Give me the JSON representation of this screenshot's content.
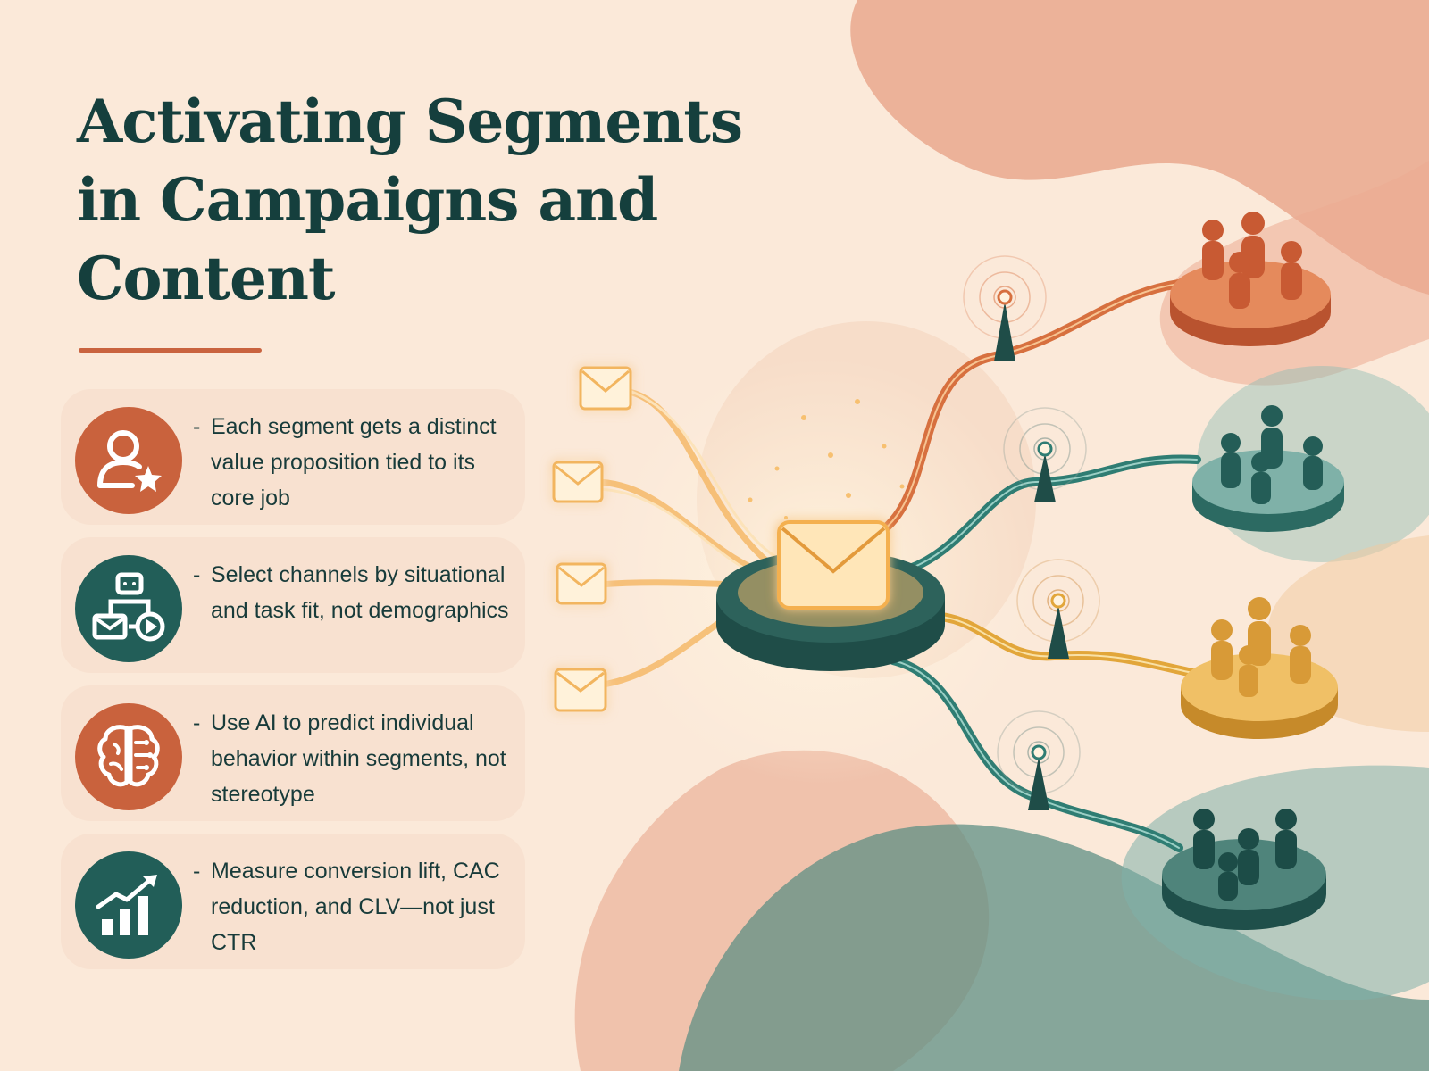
{
  "title": "Activating Segments in Campaigns and Content",
  "items": [
    {
      "icon": "user-star-icon",
      "text": "Each segment gets a distinct value proposition tied to its core job"
    },
    {
      "icon": "channels-icon",
      "text": "Select channels by situational and task fit, not demographics"
    },
    {
      "icon": "brain-circuit-icon",
      "text": "Use AI to predict individual behavior within segments, not stereotype"
    },
    {
      "icon": "growth-chart-icon",
      "text": "Measure conversion lift, CAC reduction, and CLV—not just CTR"
    }
  ],
  "bullet_marker": "-",
  "colors": {
    "background": "#fbe9d9",
    "title": "#153f3d",
    "orange": "#c9623d",
    "teal": "#225e58",
    "gold": "#dca23a",
    "glow": "#f5b35a"
  }
}
